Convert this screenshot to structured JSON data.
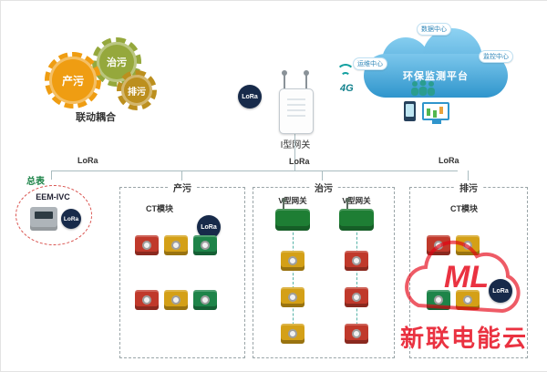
{
  "gears": {
    "caption": "联动耦合",
    "items": [
      {
        "label": "产污",
        "color": "#ef9d12"
      },
      {
        "label": "治污",
        "color": "#95a83c"
      },
      {
        "label": "排污",
        "color": "#bc8f1e"
      }
    ]
  },
  "gateway": {
    "label": "I型网关",
    "lora_badge": "LoRa",
    "network": "4G"
  },
  "cloud": {
    "title": "环保监测平台",
    "bubbles": [
      "数据中心",
      "运维中心",
      "监控中心"
    ]
  },
  "bus": {
    "lora_labels": [
      "LoRa",
      "LoRa",
      "LoRa"
    ]
  },
  "meter": {
    "caption": "总表",
    "model": "EEM-IVC",
    "lora_badge": "LoRa"
  },
  "zones": [
    {
      "label": "产污",
      "module_label": "CT模块",
      "lora_badge": "LoRa",
      "ct_rows": {
        "row1": [
          "#c0392b",
          "#d4a017",
          "#1e8449"
        ],
        "row2": [
          "#c0392b",
          "#d4a017",
          "#1e8449"
        ]
      }
    },
    {
      "label": "治污",
      "columns": [
        {
          "gateway_label": "V型网关",
          "cts": [
            "#d4a017",
            "#d4a017",
            "#d4a017"
          ]
        },
        {
          "gateway_label": "V型网关",
          "cts": [
            "#c0392b",
            "#c0392b",
            "#c0392b"
          ]
        }
      ]
    },
    {
      "label": "排污",
      "module_label": "CT模块",
      "lora_badge": "LoRa",
      "ct_rows": {
        "row1": [
          "#c0392b",
          "#d4a017"
        ],
        "row2": [
          "#1e8449",
          "#d4a017"
        ]
      }
    }
  ],
  "watermark": {
    "logo": "ML",
    "text": "新联电能云"
  },
  "colors": {
    "accent_teal": "#2a9d8f",
    "cloud_blue": "#3f9fd4",
    "line_gray": "#a9bcc0",
    "ct_red": "#c0392b",
    "ct_yellow": "#d4a017",
    "ct_green": "#1e8449",
    "lora_navy": "#172a4a",
    "watermark_red": "#e60012"
  }
}
